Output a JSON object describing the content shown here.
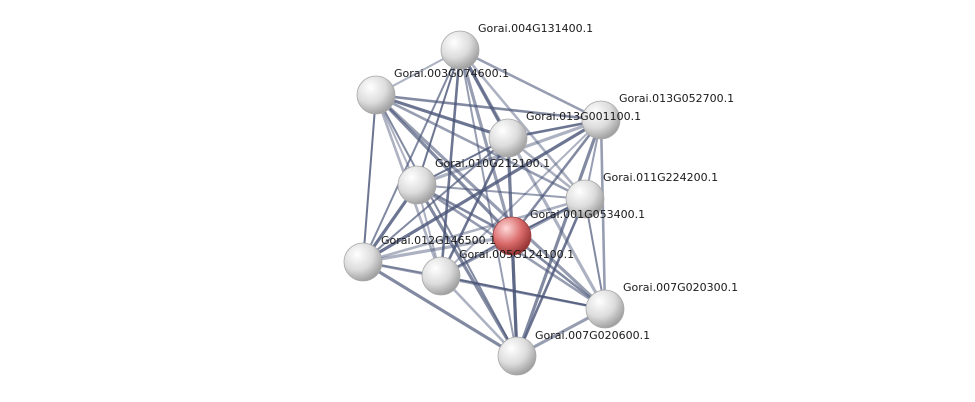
{
  "network": {
    "nodes": [
      {
        "id": "n004",
        "label": "Gorai.004G131400.1",
        "color": "#e8e8e8"
      },
      {
        "id": "n003",
        "label": "Gorai.003G074600.1",
        "color": "#e8e8e8"
      },
      {
        "id": "n013b",
        "label": "Gorai.013G052700.1",
        "color": "#e8e8e8"
      },
      {
        "id": "n013a",
        "label": "Gorai.013G001100.1",
        "color": "#e8e8e8"
      },
      {
        "id": "n010",
        "label": "Gorai.010G212100.1",
        "color": "#e8e8e8"
      },
      {
        "id": "n011",
        "label": "Gorai.011G224200.1",
        "color": "#e8e8e8"
      },
      {
        "id": "n00x",
        "label": "Gorai.001G053400.1",
        "color": "#e07070"
      },
      {
        "id": "n012",
        "label": "Gorai.012G146500.1",
        "color": "#e8e8e8"
      },
      {
        "id": "n005",
        "label": "Gorai.005G124100.1",
        "color": "#e8e8e8"
      },
      {
        "id": "n007a",
        "label": "Gorai.007G020300.1",
        "color": "#e8e8e8"
      },
      {
        "id": "n007b",
        "label": "Gorai.007G020600.1",
        "color": "#e8e8e8"
      }
    ],
    "edges": [
      [
        "n004",
        "n003"
      ],
      [
        "n004",
        "n013b"
      ],
      [
        "n004",
        "n013a"
      ],
      [
        "n004",
        "n010"
      ],
      [
        "n004",
        "n011"
      ],
      [
        "n004",
        "n00x"
      ],
      [
        "n004",
        "n012"
      ],
      [
        "n004",
        "n005"
      ],
      [
        "n004",
        "n007a"
      ],
      [
        "n004",
        "n007b"
      ],
      [
        "n003",
        "n013b"
      ],
      [
        "n003",
        "n013a"
      ],
      [
        "n003",
        "n010"
      ],
      [
        "n003",
        "n011"
      ],
      [
        "n003",
        "n00x"
      ],
      [
        "n003",
        "n012"
      ],
      [
        "n003",
        "n005"
      ],
      [
        "n003",
        "n007a"
      ],
      [
        "n003",
        "n007b"
      ],
      [
        "n013b",
        "n013a"
      ],
      [
        "n013b",
        "n010"
      ],
      [
        "n013b",
        "n011"
      ],
      [
        "n013b",
        "n00x"
      ],
      [
        "n013b",
        "n012"
      ],
      [
        "n013b",
        "n005"
      ],
      [
        "n013b",
        "n007a"
      ],
      [
        "n013b",
        "n007b"
      ],
      [
        "n013a",
        "n010"
      ],
      [
        "n013a",
        "n011"
      ],
      [
        "n013a",
        "n00x"
      ],
      [
        "n013a",
        "n012"
      ],
      [
        "n013a",
        "n005"
      ],
      [
        "n013a",
        "n007b"
      ],
      [
        "n010",
        "n011"
      ],
      [
        "n010",
        "n00x"
      ],
      [
        "n010",
        "n012"
      ],
      [
        "n010",
        "n005"
      ],
      [
        "n010",
        "n007a"
      ],
      [
        "n010",
        "n007b"
      ],
      [
        "n011",
        "n00x"
      ],
      [
        "n011",
        "n012"
      ],
      [
        "n011",
        "n005"
      ],
      [
        "n011",
        "n007a"
      ],
      [
        "n011",
        "n007b"
      ],
      [
        "n00x",
        "n012"
      ],
      [
        "n00x",
        "n005"
      ],
      [
        "n00x",
        "n007a"
      ],
      [
        "n00x",
        "n007b"
      ],
      [
        "n012",
        "n005"
      ],
      [
        "n012",
        "n007a"
      ],
      [
        "n012",
        "n007b"
      ],
      [
        "n005",
        "n007a"
      ],
      [
        "n005",
        "n007b"
      ],
      [
        "n007a",
        "n007b"
      ]
    ],
    "edge_color": "#4a5578"
  }
}
